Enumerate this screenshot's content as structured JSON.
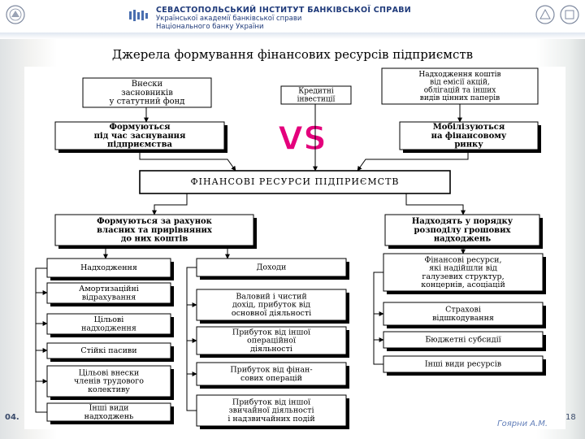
{
  "header": {
    "institution_line1": "СЕВАСТОПОЛЬСЬКИЙ ІНСТИТУТ БАНКІВСЬКОЇ СПРАВИ",
    "institution_line2": "Української академії банківської справи",
    "institution_line3": "Національного банку України"
  },
  "slide": {
    "title": "Джерела формування фінансових ресурсів підприємств",
    "date": "04.",
    "page_number": "18",
    "faint_footer": "Гоярни А.М."
  },
  "diagram": {
    "top_left": [
      "Внески",
      "засновників",
      "у статутний фонд"
    ],
    "top_mid": [
      "Кредитні",
      "інвестиції"
    ],
    "top_right": [
      "Надходження коштів",
      "від емісії акцій,",
      "облігацій та інших",
      "видів цінних паперів"
    ],
    "formed_box": [
      "Формуються",
      "під час заснування",
      "підприємства"
    ],
    "mobilized_box": [
      "Мобілізуються",
      "на фінансовому",
      "ринку"
    ],
    "vs_label": "VS",
    "center": "ФІНАНСОВІ РЕСУРСИ ПІДПРИЄМСТВ",
    "own_box": [
      "Формуються за рахунок",
      "власних та прирівняних",
      "до них коштів"
    ],
    "redistribution_box": [
      "Надходять у порядку",
      "розподілу грошових",
      "надходжень"
    ],
    "col1": [
      [
        "Надходження"
      ],
      [
        "Амортизаційні",
        "відрахування"
      ],
      [
        "Цільові",
        "надходження"
      ],
      [
        "Стійкі пасиви"
      ],
      [
        "Цільові внески",
        "членів трудового",
        "колективу"
      ],
      [
        "Інші види",
        "надходжень"
      ]
    ],
    "col2": [
      [
        "Доходи"
      ],
      [
        "Валовий і чистий",
        "дохід, прибуток від",
        "основної діяльності"
      ],
      [
        "Прибуток від іншої",
        "операційної",
        "діяльності"
      ],
      [
        "Прибуток від фінан-",
        "сових операцій"
      ],
      [
        "Прибуток від іншої",
        "звичайної діяльності",
        "і надзвичайних подій"
      ]
    ],
    "col3": [
      [
        "Фінансові ресурси,",
        "які надійшли від",
        "галузевих структур,",
        "концернів, асоціацій"
      ],
      [
        "Страхові",
        "відшкодування"
      ],
      [
        "Бюджетні субсидії"
      ],
      [
        "Інші види ресурсів"
      ]
    ]
  },
  "colors": {
    "institution_text": "#1f3a7a",
    "vs_fill": "#e4007c",
    "box_stroke": "#000000"
  }
}
